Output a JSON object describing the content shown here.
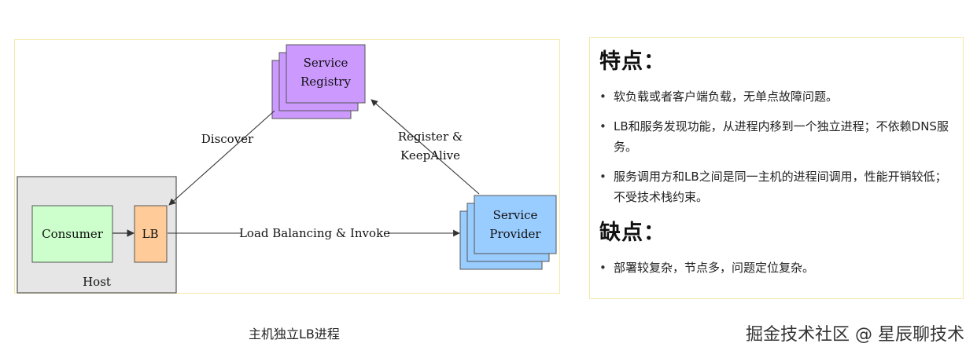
{
  "diagram": {
    "service_registry": "Service Registry",
    "service_registry_lines": [
      "Service",
      "Registry"
    ],
    "service_provider_lines": [
      "Service",
      "Provider"
    ],
    "consumer": "Consumer",
    "lb": "LB",
    "host": "Host",
    "discover": "Discover",
    "register_lines": [
      "Register &",
      "KeepAlive"
    ],
    "load_balancing": "Load Balancing & Invoke",
    "colors": {
      "registry_fill": "#cc99ff",
      "provider_fill": "#99ccff",
      "consumer_fill": "#ccffcc",
      "lb_fill": "#ffcc99",
      "host_fill": "#e6e6e6"
    }
  },
  "caption": "主机独立LB进程",
  "panel": {
    "pros_title": "特点：",
    "pros": [
      "软负载或者客户端负载，无单点故障问题。",
      "LB和服务发现功能，从进程内移到一个独立进程；不依赖DNS服务。",
      "服务调用方和LB之间是同一主机的进程间调用，性能开销较低；不受技术栈约束。"
    ],
    "cons_title": "缺点：",
    "cons": [
      "部署较复杂，节点多，问题定位复杂。"
    ],
    "bullet": "•"
  },
  "watermark": "掘金技术社区 @ 星辰聊技术"
}
